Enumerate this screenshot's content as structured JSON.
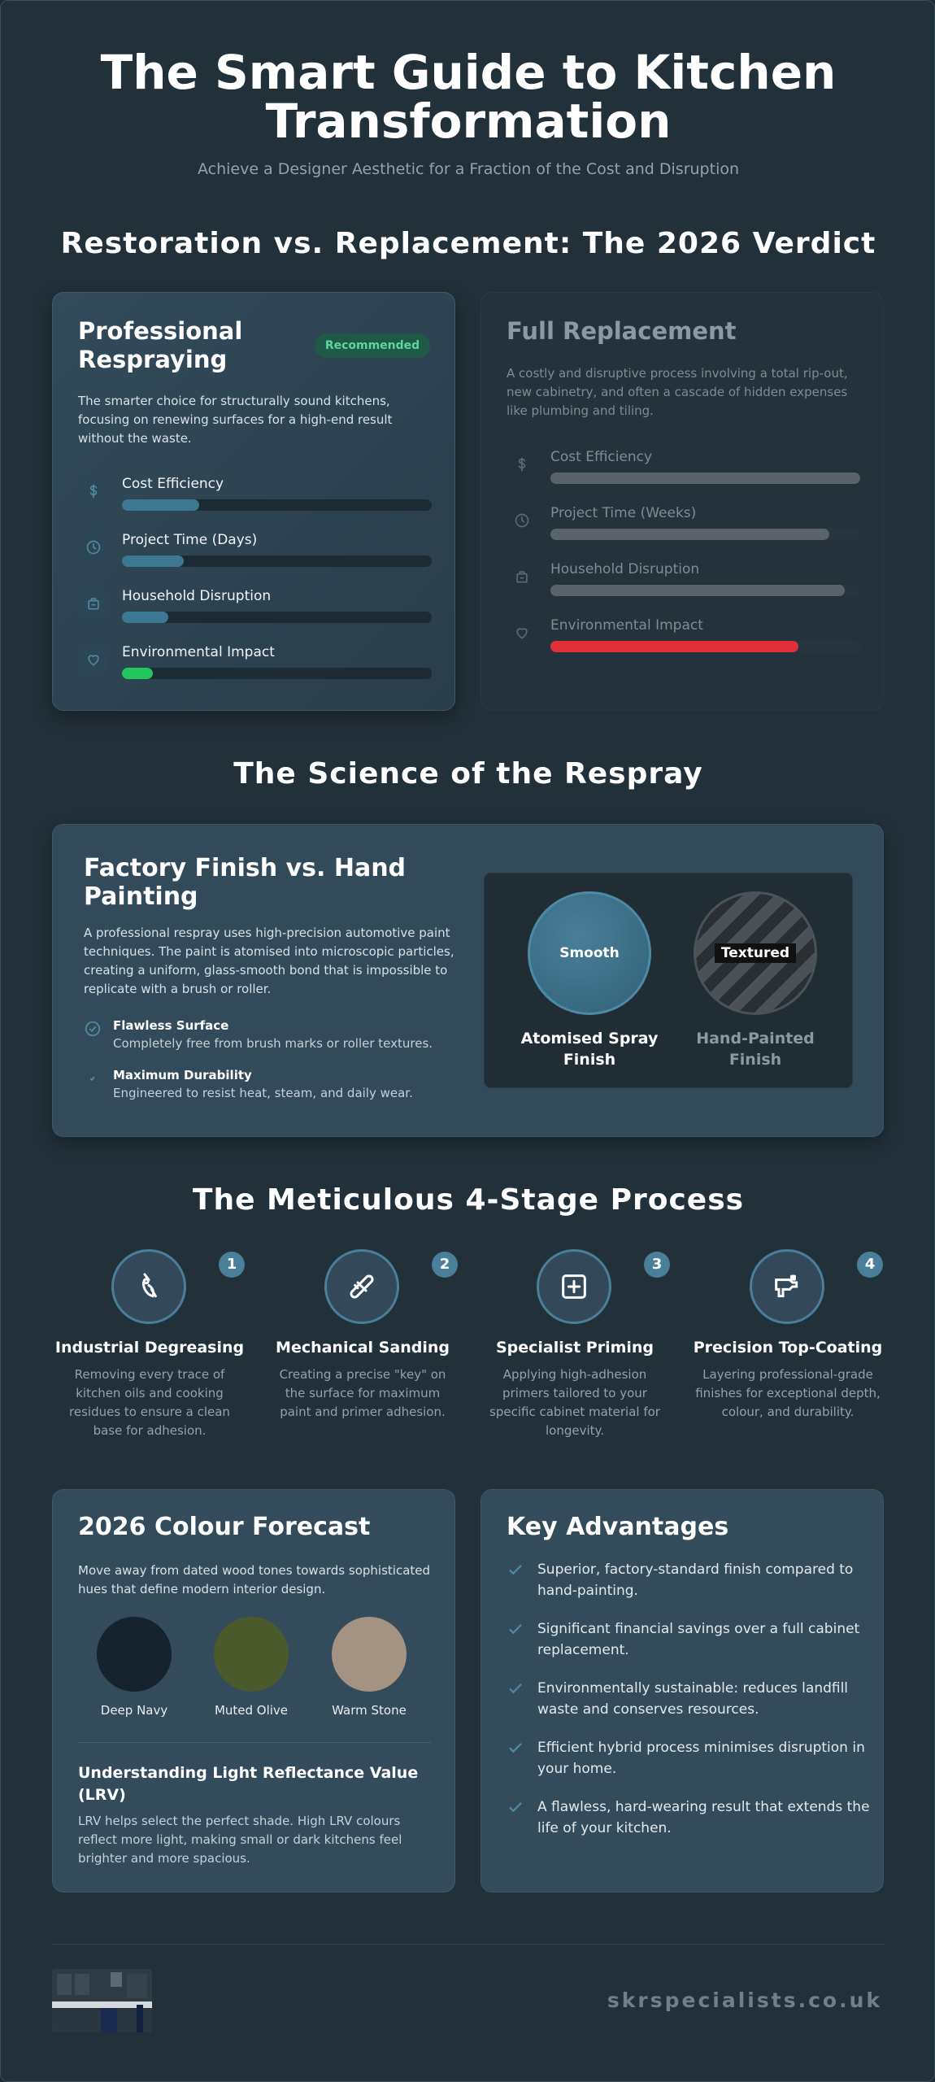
{
  "header": {
    "title": "The Smart Guide to Kitchen Transformation",
    "subtitle": "Achieve a Designer Aesthetic for a Fraction of the Cost and Disruption"
  },
  "comparison": {
    "section_title": "Restoration vs. Replacement: The 2026 Verdict",
    "respray": {
      "title": "Professional Respraying",
      "badge": "Recommended",
      "description": "The smarter choice for structurally sound kitchens, focusing on renewing surfaces for a high-end result without the waste.",
      "metrics": [
        {
          "label": "Cost Efficiency",
          "icon": "dollar-icon",
          "level": 0.25,
          "color": "#3d7892"
        },
        {
          "label": "Project Time (Days)",
          "icon": "clock-icon",
          "level": 0.2,
          "color": "#3d7892"
        },
        {
          "label": "Household Disruption",
          "icon": "house-icon",
          "level": 0.15,
          "color": "#3d7892"
        },
        {
          "label": "Environmental Impact",
          "icon": "heart-icon",
          "level": 0.1,
          "color": "#22c55e"
        }
      ]
    },
    "replacement": {
      "title": "Full Replacement",
      "description": "A costly and disruptive process involving a total rip-out, new cabinetry, and often a cascade of hidden expenses like plumbing and tiling.",
      "metrics": [
        {
          "label": "Cost Efficiency",
          "icon": "dollar-icon",
          "level": 1.0,
          "color": "#5a636b"
        },
        {
          "label": "Project Time (Weeks)",
          "icon": "clock-icon",
          "level": 0.9,
          "color": "#5a636b"
        },
        {
          "label": "Household Disruption",
          "icon": "house-icon",
          "level": 0.95,
          "color": "#5a636b"
        },
        {
          "label": "Environmental Impact",
          "icon": "heart-icon",
          "level": 0.8,
          "color": "#e0303a"
        }
      ]
    }
  },
  "science": {
    "section_title": "The Science of the Respray",
    "title": "Factory Finish vs. Hand Painting",
    "description": "A professional respray uses high-precision automotive paint techniques. The paint is atomised into microscopic particles, creating a uniform, glass-smooth bond that is impossible to replicate with a brush or roller.",
    "checks": [
      {
        "title": "Flawless Surface",
        "text": "Completely free from brush marks or roller textures."
      },
      {
        "title": "Maximum Durability",
        "text": "Engineered to resist heat, steam, and daily wear."
      }
    ],
    "finishes": [
      {
        "circle_label": "Smooth",
        "caption": "Atomised Spray Finish"
      },
      {
        "circle_label": "Textured",
        "caption": "Hand-Painted Finish"
      }
    ]
  },
  "process": {
    "section_title": "The Meticulous 4-Stage Process",
    "steps": [
      {
        "number": "1",
        "icon": "degrease-icon",
        "title": "Industrial Degreasing",
        "text": "Removing every trace of kitchen oils and cooking residues to ensure a clean base for adhesion."
      },
      {
        "number": "2",
        "icon": "sanding-icon",
        "title": "Mechanical Sanding",
        "text": "Creating a precise \"key\" on the surface for maximum paint and primer adhesion."
      },
      {
        "number": "3",
        "icon": "primer-icon",
        "title": "Specialist Priming",
        "text": "Applying high-adhesion primers tailored to your specific cabinet material for longevity."
      },
      {
        "number": "4",
        "icon": "spray-gun-icon",
        "title": "Precision Top-Coating",
        "text": "Layering professional-grade finishes for exceptional depth, colour, and durability."
      }
    ]
  },
  "colours": {
    "title": "2026 Colour Forecast",
    "description": "Move away from dated wood tones towards sophisticated hues that define modern interior design.",
    "swatches": [
      {
        "name": "Deep Navy",
        "color": "#16222e"
      },
      {
        "name": "Muted Olive",
        "color": "#4a5a2b"
      },
      {
        "name": "Warm Stone",
        "color": "#a49282"
      }
    ],
    "lrv_title": "Understanding Light Reflectance Value (LRV)",
    "lrv_text": "LRV helps select the perfect shade. High LRV colours reflect more light, making small or dark kitchens feel brighter and more spacious."
  },
  "advantages": {
    "title": "Key Advantages",
    "items": [
      "Superior, factory-standard finish compared to hand-painting.",
      "Significant financial savings over a full cabinet replacement.",
      "Environmentally sustainable: reduces landfill waste and conserves resources.",
      "Efficient hybrid process minimises disruption in your home.",
      "A flawless, hard-wearing result that extends the life of your kitchen."
    ]
  },
  "footer": {
    "url": "skrspecialists.co.uk"
  }
}
